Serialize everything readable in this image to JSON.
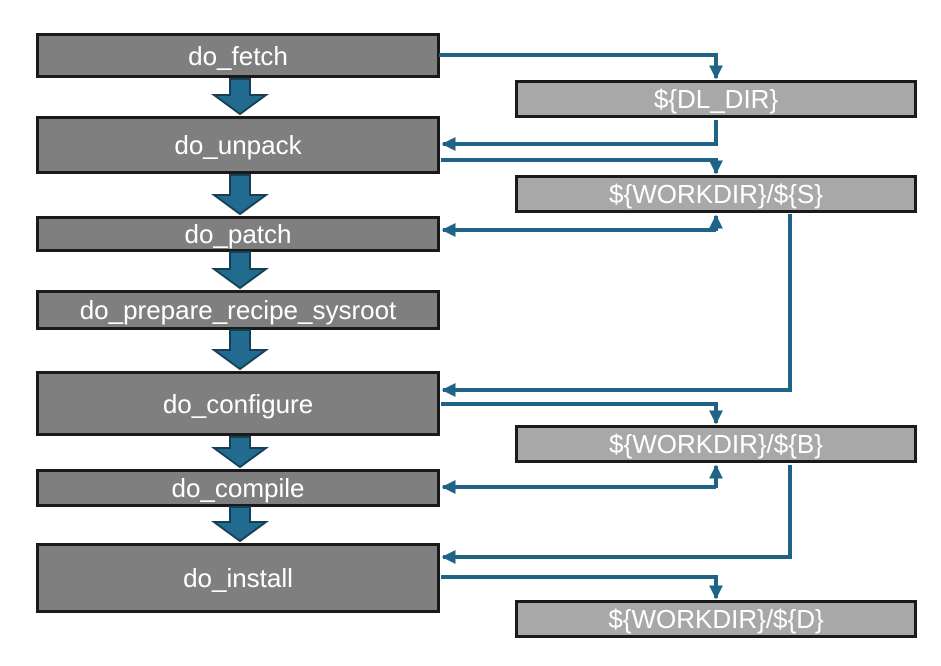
{
  "diagram": {
    "type": "flowchart",
    "description": "Build task flow with task boxes on the left and directory variable boxes on the right",
    "colors": {
      "background": "#ffffff",
      "task_box_fill": "#7f7f7f",
      "dir_box_fill": "#a8a8a8",
      "box_border": "#1a1a1a",
      "connector": "#1f6486",
      "flow_arrow_fill": "#226b90",
      "flow_arrow_stroke": "#163f56",
      "text": "#ffffff"
    },
    "tasks": [
      {
        "label": "do_fetch"
      },
      {
        "label": "do_unpack"
      },
      {
        "label": "do_patch"
      },
      {
        "label": "do_prepare_recipe_sysroot"
      },
      {
        "label": "do_configure"
      },
      {
        "label": "do_compile"
      },
      {
        "label": "do_install"
      }
    ],
    "dirs": [
      {
        "label": "${DL_DIR}"
      },
      {
        "label": "${WORKDIR}/${S}"
      },
      {
        "label": "${WORKDIR}/${B}"
      },
      {
        "label": "${WORKDIR}/${D}"
      }
    ],
    "flow_sequence": [
      "do_fetch",
      "do_unpack",
      "do_patch",
      "do_prepare_recipe_sysroot",
      "do_configure",
      "do_compile",
      "do_install"
    ],
    "edges": [
      {
        "from": "do_fetch",
        "to": "${DL_DIR}",
        "bidirectional": false
      },
      {
        "from": "${DL_DIR}",
        "to": "do_unpack",
        "bidirectional": false
      },
      {
        "from": "do_unpack",
        "to": "${WORKDIR}/${S}",
        "bidirectional": false
      },
      {
        "from": "${WORKDIR}/${S}",
        "to": "do_patch",
        "bidirectional": true
      },
      {
        "from": "${WORKDIR}/${S}",
        "to": "do_configure",
        "bidirectional": false
      },
      {
        "from": "do_configure",
        "to": "${WORKDIR}/${B}",
        "bidirectional": false
      },
      {
        "from": "${WORKDIR}/${B}",
        "to": "do_compile",
        "bidirectional": true
      },
      {
        "from": "${WORKDIR}/${B}",
        "to": "do_install",
        "bidirectional": false
      },
      {
        "from": "do_install",
        "to": "${WORKDIR}/${D}",
        "bidirectional": false
      }
    ]
  }
}
